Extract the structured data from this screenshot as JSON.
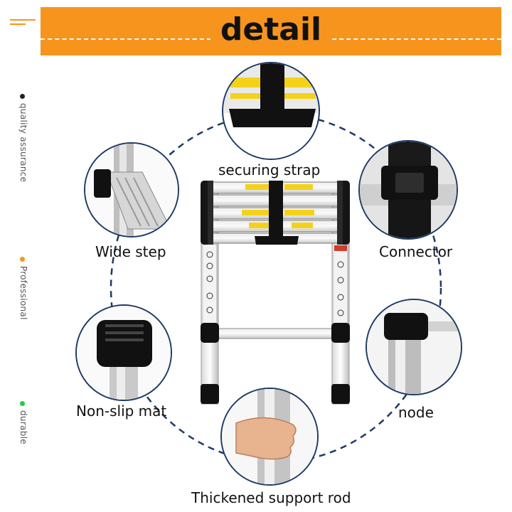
{
  "banner": {
    "title": "detail",
    "color": "#f7941d"
  },
  "side_labels": [
    {
      "text": "quality assurance",
      "dot_color": "#222222"
    },
    {
      "text": "Professional",
      "dot_color": "#f7941d"
    },
    {
      "text": "durable",
      "dot_color": "#22cc44"
    }
  ],
  "features": [
    {
      "label": "securing strap"
    },
    {
      "label": "Wide step"
    },
    {
      "label": "Connector"
    },
    {
      "label": "Non-slip mat"
    },
    {
      "label": "node"
    },
    {
      "label": "Thickened support rod"
    }
  ],
  "colors": {
    "ring": "#1f3a66",
    "accent": "#f7941d"
  }
}
